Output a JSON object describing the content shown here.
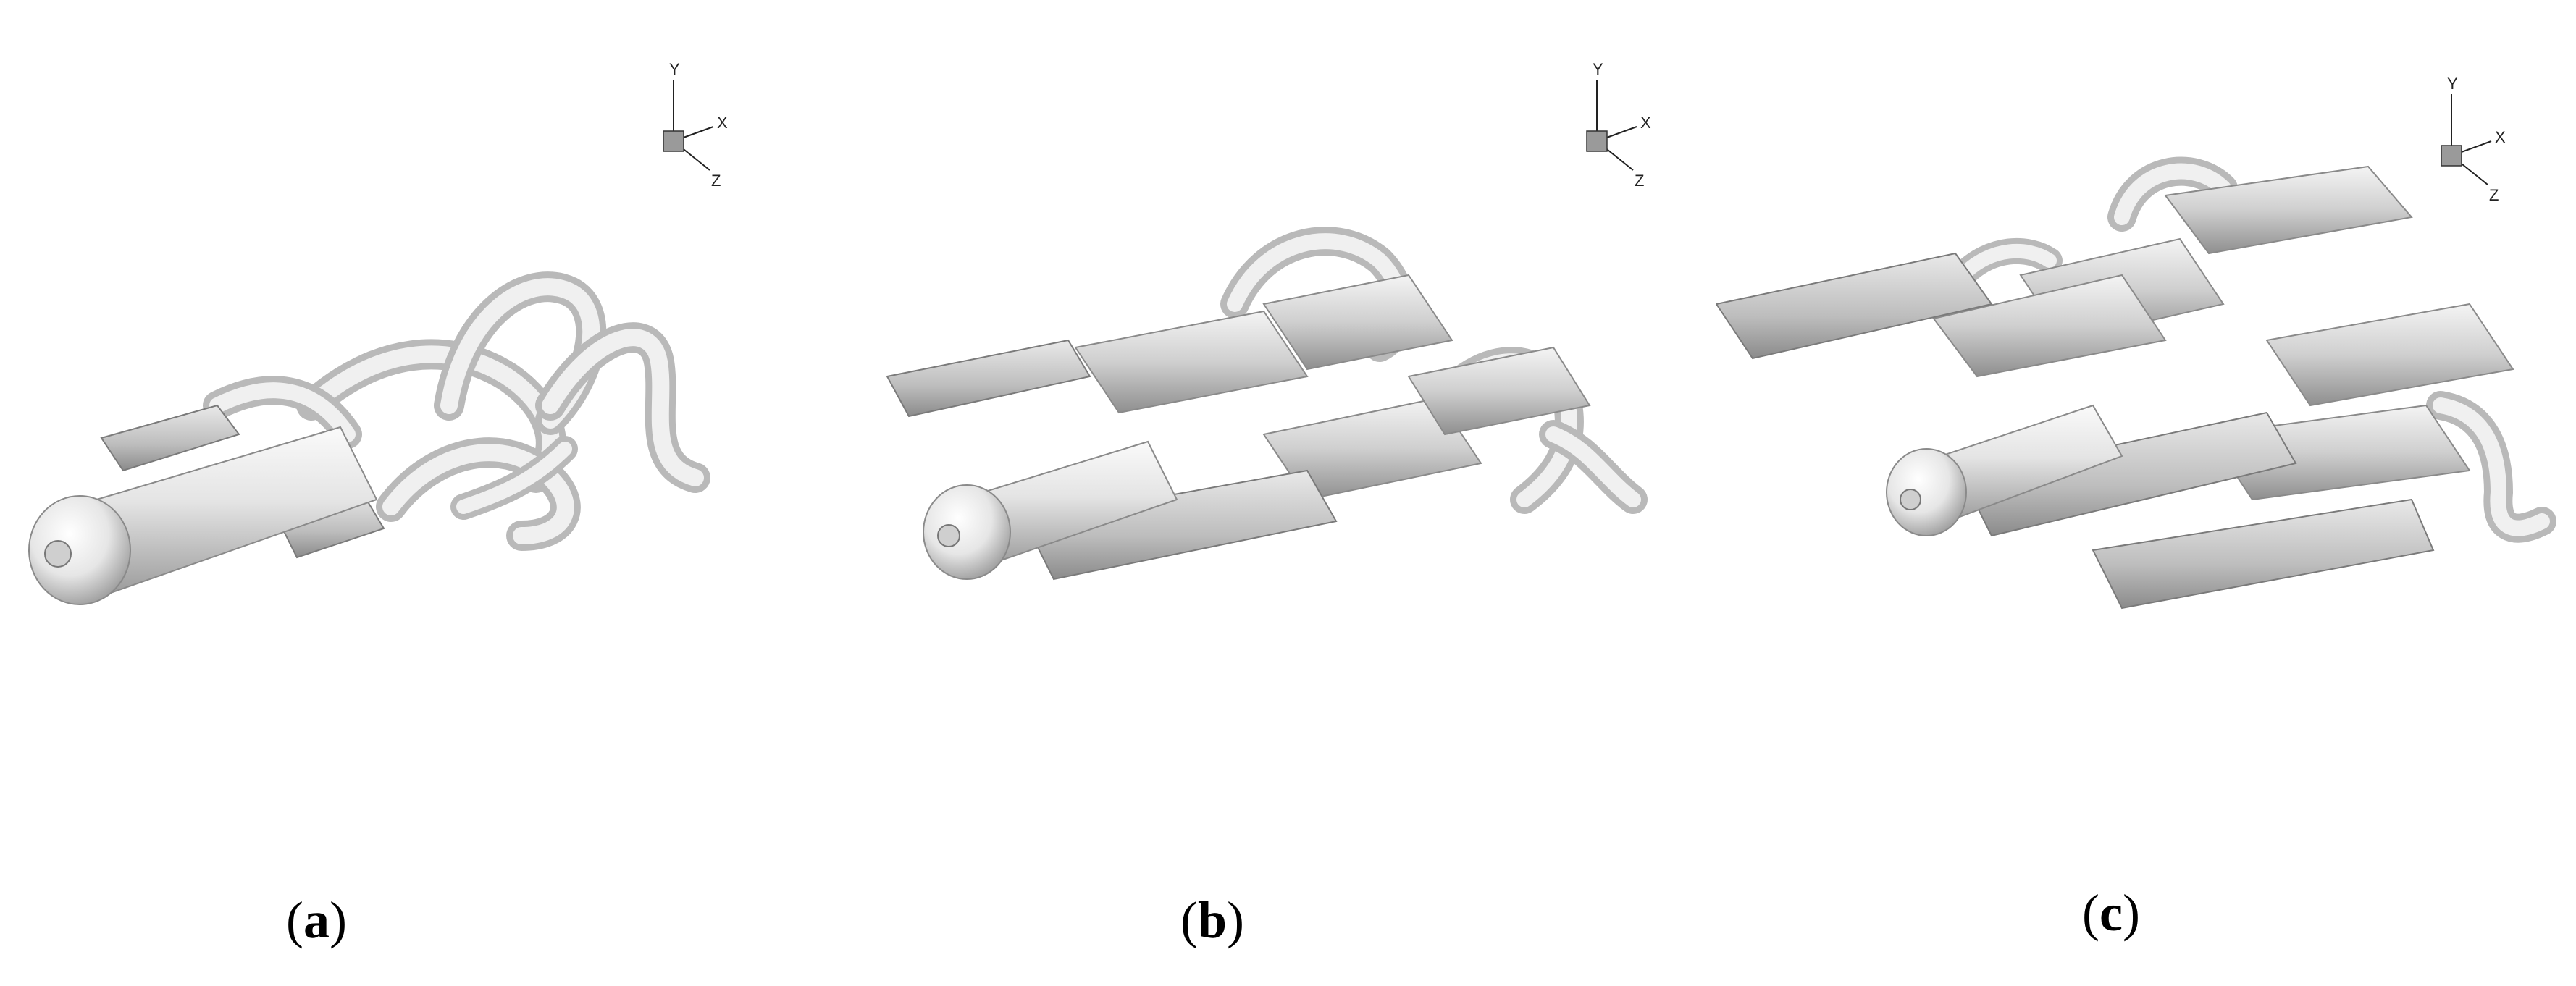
{
  "panels": [
    {
      "caption": {
        "open": "(",
        "letter": "a",
        "close": ")"
      },
      "axes": {
        "x": "X",
        "y": "Y",
        "z": "Z"
      }
    },
    {
      "caption": {
        "open": "(",
        "letter": "b",
        "close": ")"
      },
      "axes": {
        "x": "X",
        "y": "Y",
        "z": "Z"
      }
    },
    {
      "caption": {
        "open": "(",
        "letter": "c",
        "close": ")"
      },
      "axes": {
        "x": "X",
        "y": "Y",
        "z": "Z"
      }
    }
  ],
  "colors": {
    "background": "#ffffff",
    "surface_light": "#f2f2f2",
    "surface_mid": "#c8c8c8",
    "surface_dark": "#8a8a8a",
    "axis_box": "#9a9a9a"
  }
}
